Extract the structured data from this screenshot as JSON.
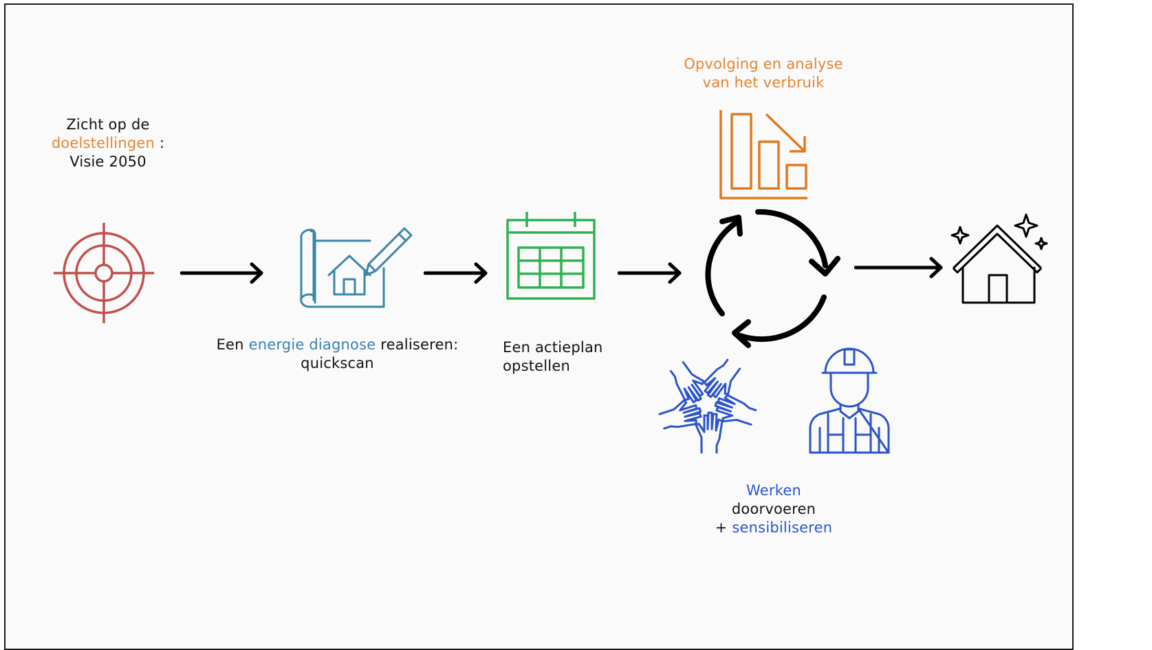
{
  "colors": {
    "target": "#c0514b",
    "blueprint": "#3a86a8",
    "calendar": "#2fb14f",
    "chart": "#e07a1f",
    "people": "#2b54c8",
    "black": "#000000"
  },
  "steps": {
    "goals": {
      "icon": "target-icon",
      "line1": "Zicht op de",
      "highlight": "doelstellingen",
      "suffix": " :",
      "line3": "Visie 2050"
    },
    "diagnosis": {
      "icon": "house-blueprint-icon",
      "prefix": "Een ",
      "highlight": "energie diagnose",
      "suffix": " realiseren:",
      "line2": "quickscan"
    },
    "plan": {
      "icon": "calendar-icon",
      "line1": "Een actieplan",
      "line2": "opstellen"
    },
    "monitoring": {
      "icon": "declining-bar-chart-icon",
      "line1": "Opvolging en analyse",
      "line2": "van het verbruik"
    },
    "works": {
      "icons": [
        "joined-hands-icon",
        "construction-worker-icon"
      ],
      "line1": "Werken",
      "line2": "doorvoeren",
      "prefix3": "+ ",
      "line3": "sensibiliseren"
    },
    "result": {
      "icon": "sparkling-house-icon"
    }
  },
  "cycle_icon": "cycle-arrows-icon",
  "arrow_icon": "right-arrow-icon"
}
